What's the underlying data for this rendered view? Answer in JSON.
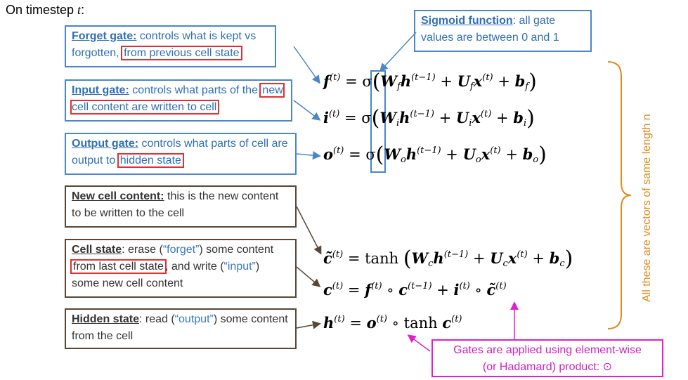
{
  "title": {
    "prefix": "On timestep ",
    "var": "t",
    "suffix": ":"
  },
  "boxes": {
    "forget": {
      "head": "Forget gate:",
      "text1": " controls what is kept vs forgotten,",
      "hl": "from previous cell state"
    },
    "input": {
      "head": "Input gate:",
      "text1": " controls what parts of the",
      "hl": "new cell content are written to cell"
    },
    "output": {
      "head": "Output gate:",
      "text1": " controls what parts of cell are output to",
      "hl": "hidden state"
    },
    "newcell": {
      "head": "New cell content:",
      "text1": " this is the new content to be written to the cell"
    },
    "cellstate": {
      "head": "Cell state",
      "t1": ": erase (",
      "q1": "“forget”",
      "t2": ") some content",
      "hl": "from last cell state",
      "t3": ", and write (",
      "q2": "“input”",
      "t4": ") some new cell content"
    },
    "hidden": {
      "head": "Hidden state",
      "t1": ": read (",
      "q1": "“output”",
      "t2": ") some content from the cell"
    }
  },
  "sigmoid": {
    "head": "Sigmoid function",
    "text": ": all gate values are between 0 and 1"
  },
  "hadamard": {
    "line1": "Gates are applied using element-wise",
    "line2": "(or Hadamard) product: ⊙"
  },
  "side_note": "All these are vectors of same length n",
  "colors": {
    "blue": "#4a86c8",
    "brown": "#5b4636",
    "red": "#e03030",
    "orange": "#e08a1e",
    "magenta": "#e020c8"
  }
}
